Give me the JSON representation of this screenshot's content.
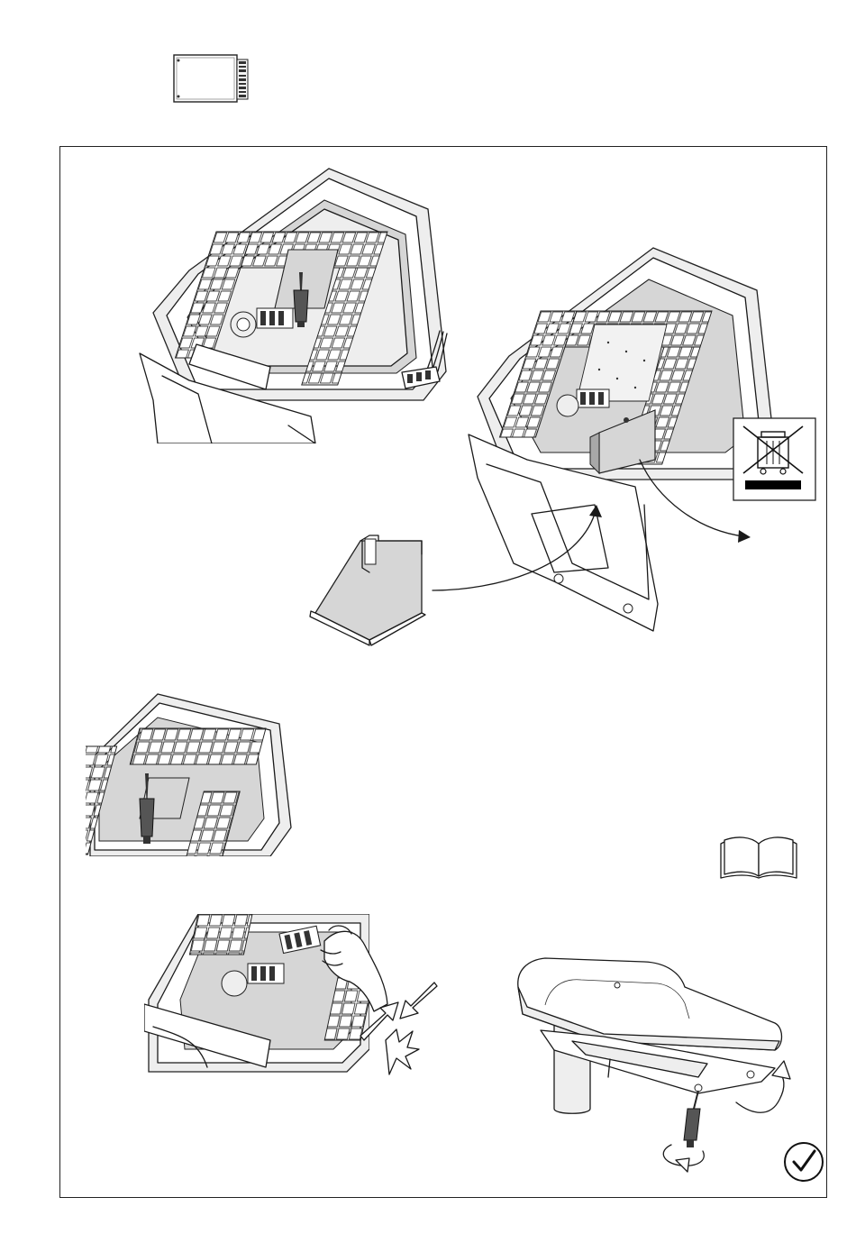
{
  "figure": {
    "module_brand_text": "",
    "steps": [
      {
        "id": "open-housing",
        "icon": "screwdriver-icon"
      },
      {
        "id": "connect-terminal",
        "icon": "wire-connector-icon"
      },
      {
        "id": "remove-old-module",
        "icon": "module-tray-icon"
      },
      {
        "id": "dispose",
        "icon": "weee-bin-icon"
      },
      {
        "id": "fix-screws",
        "icon": "screwdriver-icon"
      },
      {
        "id": "read-manual",
        "icon": "open-book-icon"
      },
      {
        "id": "click-connector",
        "icon": "hand-icon"
      },
      {
        "id": "close-housing",
        "icon": "rotate-arrow-icon"
      },
      {
        "id": "done",
        "icon": "checkmark-icon"
      }
    ]
  },
  "colors": {
    "line": "#1a1a1a",
    "light_gray": "#eeeeee",
    "mid_gray": "#d6d6d6",
    "dark_gray": "#a8a8a8",
    "black": "#000000"
  }
}
